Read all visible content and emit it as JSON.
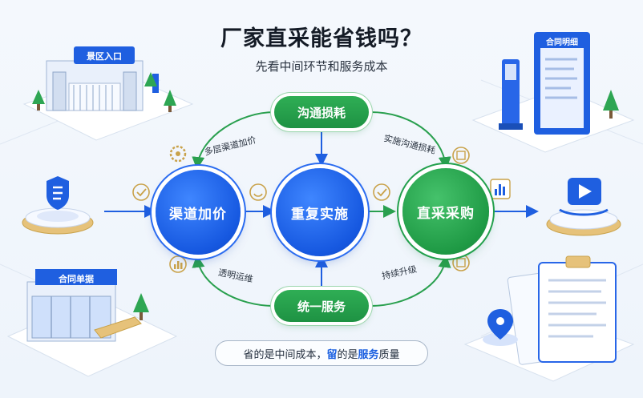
{
  "title": "厂家直采能省钱吗？",
  "subtitle": "先看中间环节和服务成本",
  "nodes": {
    "left": "渠道加价",
    "center": "重复实施",
    "right": "直采采购",
    "top": "沟通损耗",
    "bottom": "统一服务"
  },
  "edge_labels": {
    "top_left": "多层渠道加价",
    "top_right": "实施沟通损耗",
    "bottom_left": "透明运维",
    "bottom_right": "持续升级"
  },
  "summary": {
    "part1": "省的是中间成本，",
    "part2": "留",
    "part3": "的是",
    "part4": "服务",
    "part5": "质量"
  },
  "illustrations": {
    "gate_sign": "景区入口",
    "store_sign": "合同单据",
    "contract_top": "合同明细"
  },
  "colors": {
    "blue": "#1658e0",
    "green": "#1f9a45",
    "gold": "#c9a24a"
  }
}
